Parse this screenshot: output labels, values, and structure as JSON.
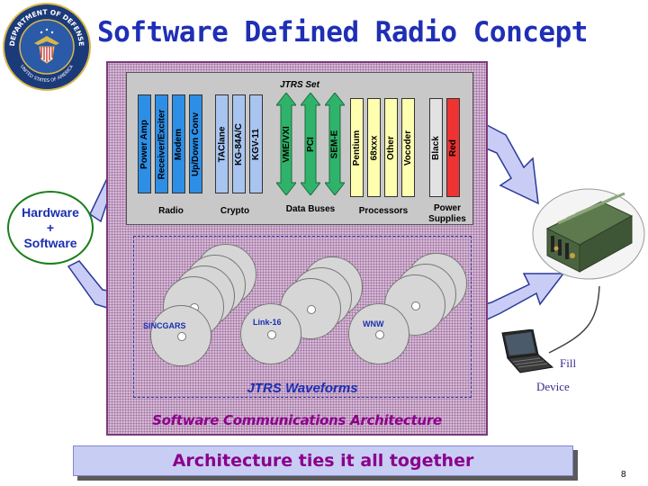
{
  "title": "Software Defined Radio Concept",
  "seal": {
    "ring_top_text": "DEPARTMENT OF DEFENSE",
    "ring_bottom_text": "UNITED STATES OF AMERICA"
  },
  "sca_label": "Software Communications Architecture",
  "jtrs_set": {
    "title": "JTRS Set",
    "groups": {
      "radio": {
        "label": "Radio",
        "items": [
          "Power Amp",
          "Receiver/Exciter",
          "Modem",
          "Up/Down Conv"
        ]
      },
      "crypto": {
        "label": "Crypto",
        "items": [
          "TAClane",
          "KG-84A/C",
          "KGV-11"
        ]
      },
      "buses": {
        "label": "Data Buses",
        "items": [
          "VME/VXI",
          "PCI",
          "SEM-E"
        ]
      },
      "processors": {
        "label": "Processors",
        "items": [
          "Pentium",
          "68xxx",
          "Other",
          "Vocoder"
        ]
      },
      "power": {
        "label_line1": "Power",
        "label_line2": "Supplies",
        "items": [
          "Black",
          "Red"
        ]
      }
    }
  },
  "waveforms": {
    "title": "JTRS Waveforms",
    "items": [
      "SINCGARS",
      "Link-16",
      "WNW"
    ]
  },
  "hardware_software": {
    "line1": "Hardware",
    "line2": "+",
    "line3": "Software"
  },
  "fill_device": {
    "line1": "Fill",
    "line2": "Device"
  },
  "banner": "Architecture ties it all together",
  "page_number": "8",
  "colors": {
    "title": "#1f2fb5",
    "sca_label": "#8b008b",
    "banner_text": "#8b008b",
    "bus_green": "#2fb36a",
    "arrow_fill": "#c9cdf5"
  }
}
